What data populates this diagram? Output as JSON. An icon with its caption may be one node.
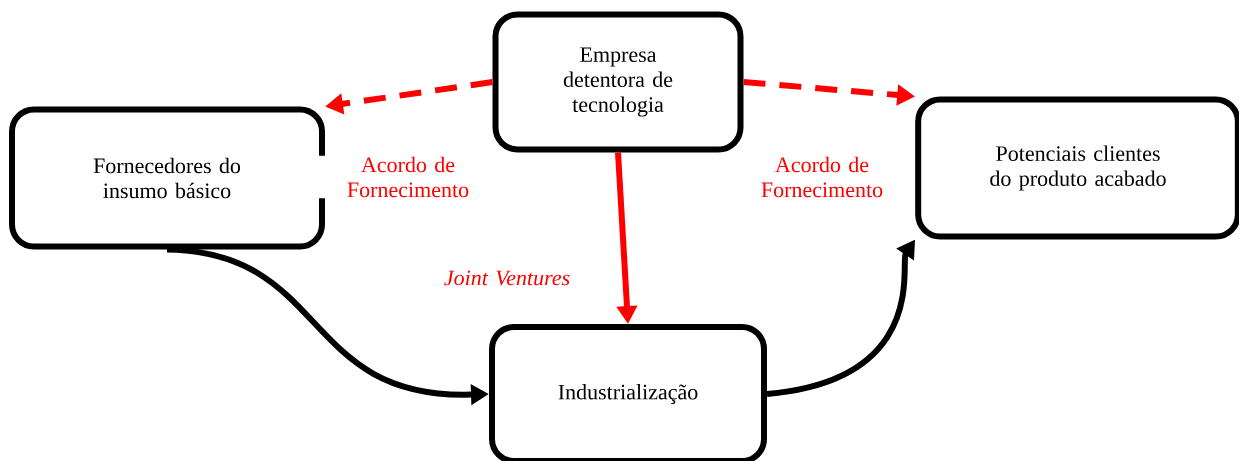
{
  "diagram": {
    "nodes": [
      {
        "text": [
          "Empresa detentora de tecnologia"
        ]
      },
      {
        "text": [
          "Fornecedores do insumo básico"
        ]
      },
      {
        "text": [
          "Potenciais clientes do produto acabado"
        ]
      },
      {
        "text": [
          "Industrialização"
        ]
      }
    ],
    "edges": [
      {
        "from": 0,
        "to": 1,
        "arrow": "to",
        "label": "Acordo de Fornecimento",
        "style": "dashed",
        "color": "#ff0000"
      },
      {
        "from": 0,
        "to": 2,
        "arrow": "to",
        "label": "Acordo de Fornecimento",
        "style": "dashed",
        "color": "#ff0000"
      },
      {
        "from": 0,
        "to": 3,
        "arrow": "to",
        "label": "Joint Ventures",
        "color": "#ff0000"
      },
      {
        "from": 1,
        "to": 3,
        "arrow": "to",
        "color": "#000000"
      },
      {
        "from": 3,
        "to": 2,
        "arrow": "to",
        "color": "#000000"
      }
    ]
  }
}
